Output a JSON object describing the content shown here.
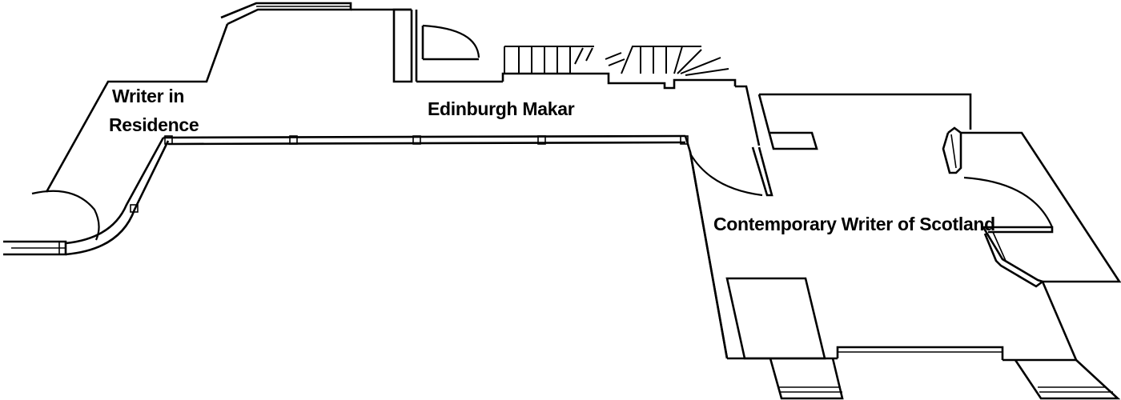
{
  "labels": {
    "writer_in_residence_line1": "Writer in",
    "writer_in_residence_line2": "Residence",
    "edinburgh_makar": "Edinburgh Makar",
    "contemporary_writer": "Contemporary Writer of Scotland"
  },
  "colors": {
    "background": "#ffffff",
    "ink": "#000000"
  }
}
